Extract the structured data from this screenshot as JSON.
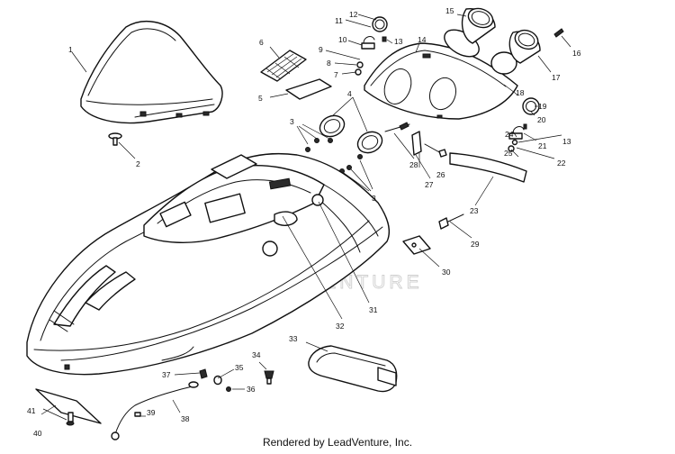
{
  "watermark": "LEADVENTURE",
  "footer": "Rendered by LeadVenture, Inc.",
  "callouts": [
    {
      "id": "1",
      "label": "1"
    },
    {
      "id": "2",
      "label": "2"
    },
    {
      "id": "3a",
      "label": "3"
    },
    {
      "id": "3b",
      "label": "3"
    },
    {
      "id": "4",
      "label": "4"
    },
    {
      "id": "5",
      "label": "5"
    },
    {
      "id": "6",
      "label": "6"
    },
    {
      "id": "7",
      "label": "7"
    },
    {
      "id": "8",
      "label": "8"
    },
    {
      "id": "9",
      "label": "9"
    },
    {
      "id": "10",
      "label": "10"
    },
    {
      "id": "11",
      "label": "11"
    },
    {
      "id": "12",
      "label": "12"
    },
    {
      "id": "13a",
      "label": "13"
    },
    {
      "id": "13b",
      "label": "13"
    },
    {
      "id": "14",
      "label": "14"
    },
    {
      "id": "15",
      "label": "15"
    },
    {
      "id": "16",
      "label": "16"
    },
    {
      "id": "17",
      "label": "17"
    },
    {
      "id": "18",
      "label": "18"
    },
    {
      "id": "19",
      "label": "19"
    },
    {
      "id": "20",
      "label": "20"
    },
    {
      "id": "21",
      "label": "21"
    },
    {
      "id": "22",
      "label": "22"
    },
    {
      "id": "23",
      "label": "23"
    },
    {
      "id": "24",
      "label": "24"
    },
    {
      "id": "25",
      "label": "25"
    },
    {
      "id": "26",
      "label": "26"
    },
    {
      "id": "27",
      "label": "27"
    },
    {
      "id": "28",
      "label": "28"
    },
    {
      "id": "29",
      "label": "29"
    },
    {
      "id": "30",
      "label": "30"
    },
    {
      "id": "31",
      "label": "31"
    },
    {
      "id": "32",
      "label": "32"
    },
    {
      "id": "33",
      "label": "33"
    },
    {
      "id": "34",
      "label": "34"
    },
    {
      "id": "35",
      "label": "35"
    },
    {
      "id": "36",
      "label": "36"
    },
    {
      "id": "37",
      "label": "37"
    },
    {
      "id": "38",
      "label": "38"
    },
    {
      "id": "39",
      "label": "39"
    },
    {
      "id": "40",
      "label": "40"
    },
    {
      "id": "41",
      "label": "41"
    }
  ]
}
